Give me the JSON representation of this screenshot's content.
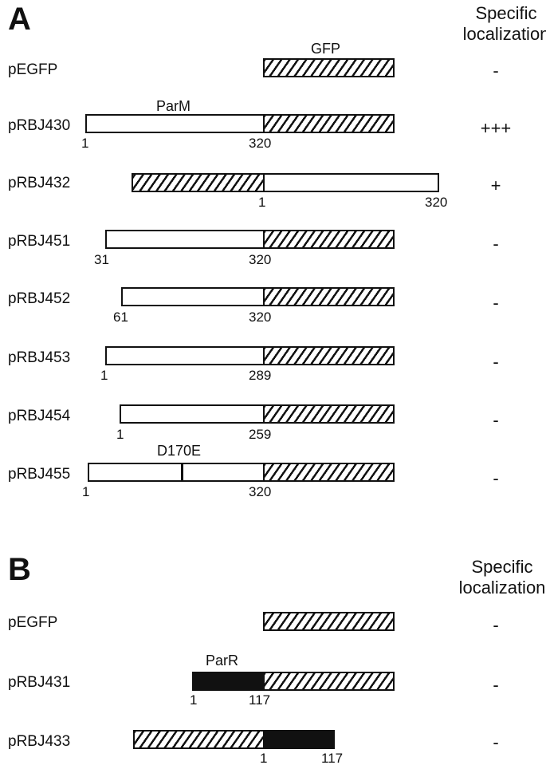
{
  "panels": [
    {
      "letter": "A",
      "header": "Specific\nlocalization",
      "annotations": {
        "gfp": "GFP",
        "parm": "ParM",
        "mutation": "D170E"
      },
      "rows": [
        {
          "label": "pEGFP",
          "result": "-",
          "start": "",
          "end": ""
        },
        {
          "label": "pRBJ430",
          "result": "+++",
          "start": "1",
          "end": "320"
        },
        {
          "label": "pRBJ432",
          "result": "+",
          "start": "1",
          "end": "320"
        },
        {
          "label": "pRBJ451",
          "result": "-",
          "start": "31",
          "end": "320"
        },
        {
          "label": "pRBJ452",
          "result": "-",
          "start": "61",
          "end": "320"
        },
        {
          "label": "pRBJ453",
          "result": "-",
          "start": "1",
          "end": "289"
        },
        {
          "label": "pRBJ454",
          "result": "-",
          "start": "1",
          "end": "259"
        },
        {
          "label": "pRBJ455",
          "result": "-",
          "start": "1",
          "end": "320"
        }
      ]
    },
    {
      "letter": "B",
      "header": "Specific\nlocalization",
      "annotations": {
        "parr": "ParR"
      },
      "rows": [
        {
          "label": "pEGFP",
          "result": "-",
          "start": "",
          "end": ""
        },
        {
          "label": "pRBJ431",
          "result": "-",
          "start": "1",
          "end": "117"
        },
        {
          "label": "pRBJ433",
          "result": "-",
          "start": "1",
          "end": "117"
        }
      ]
    }
  ],
  "colors": {
    "ink": "#111111",
    "background": "#ffffff"
  }
}
